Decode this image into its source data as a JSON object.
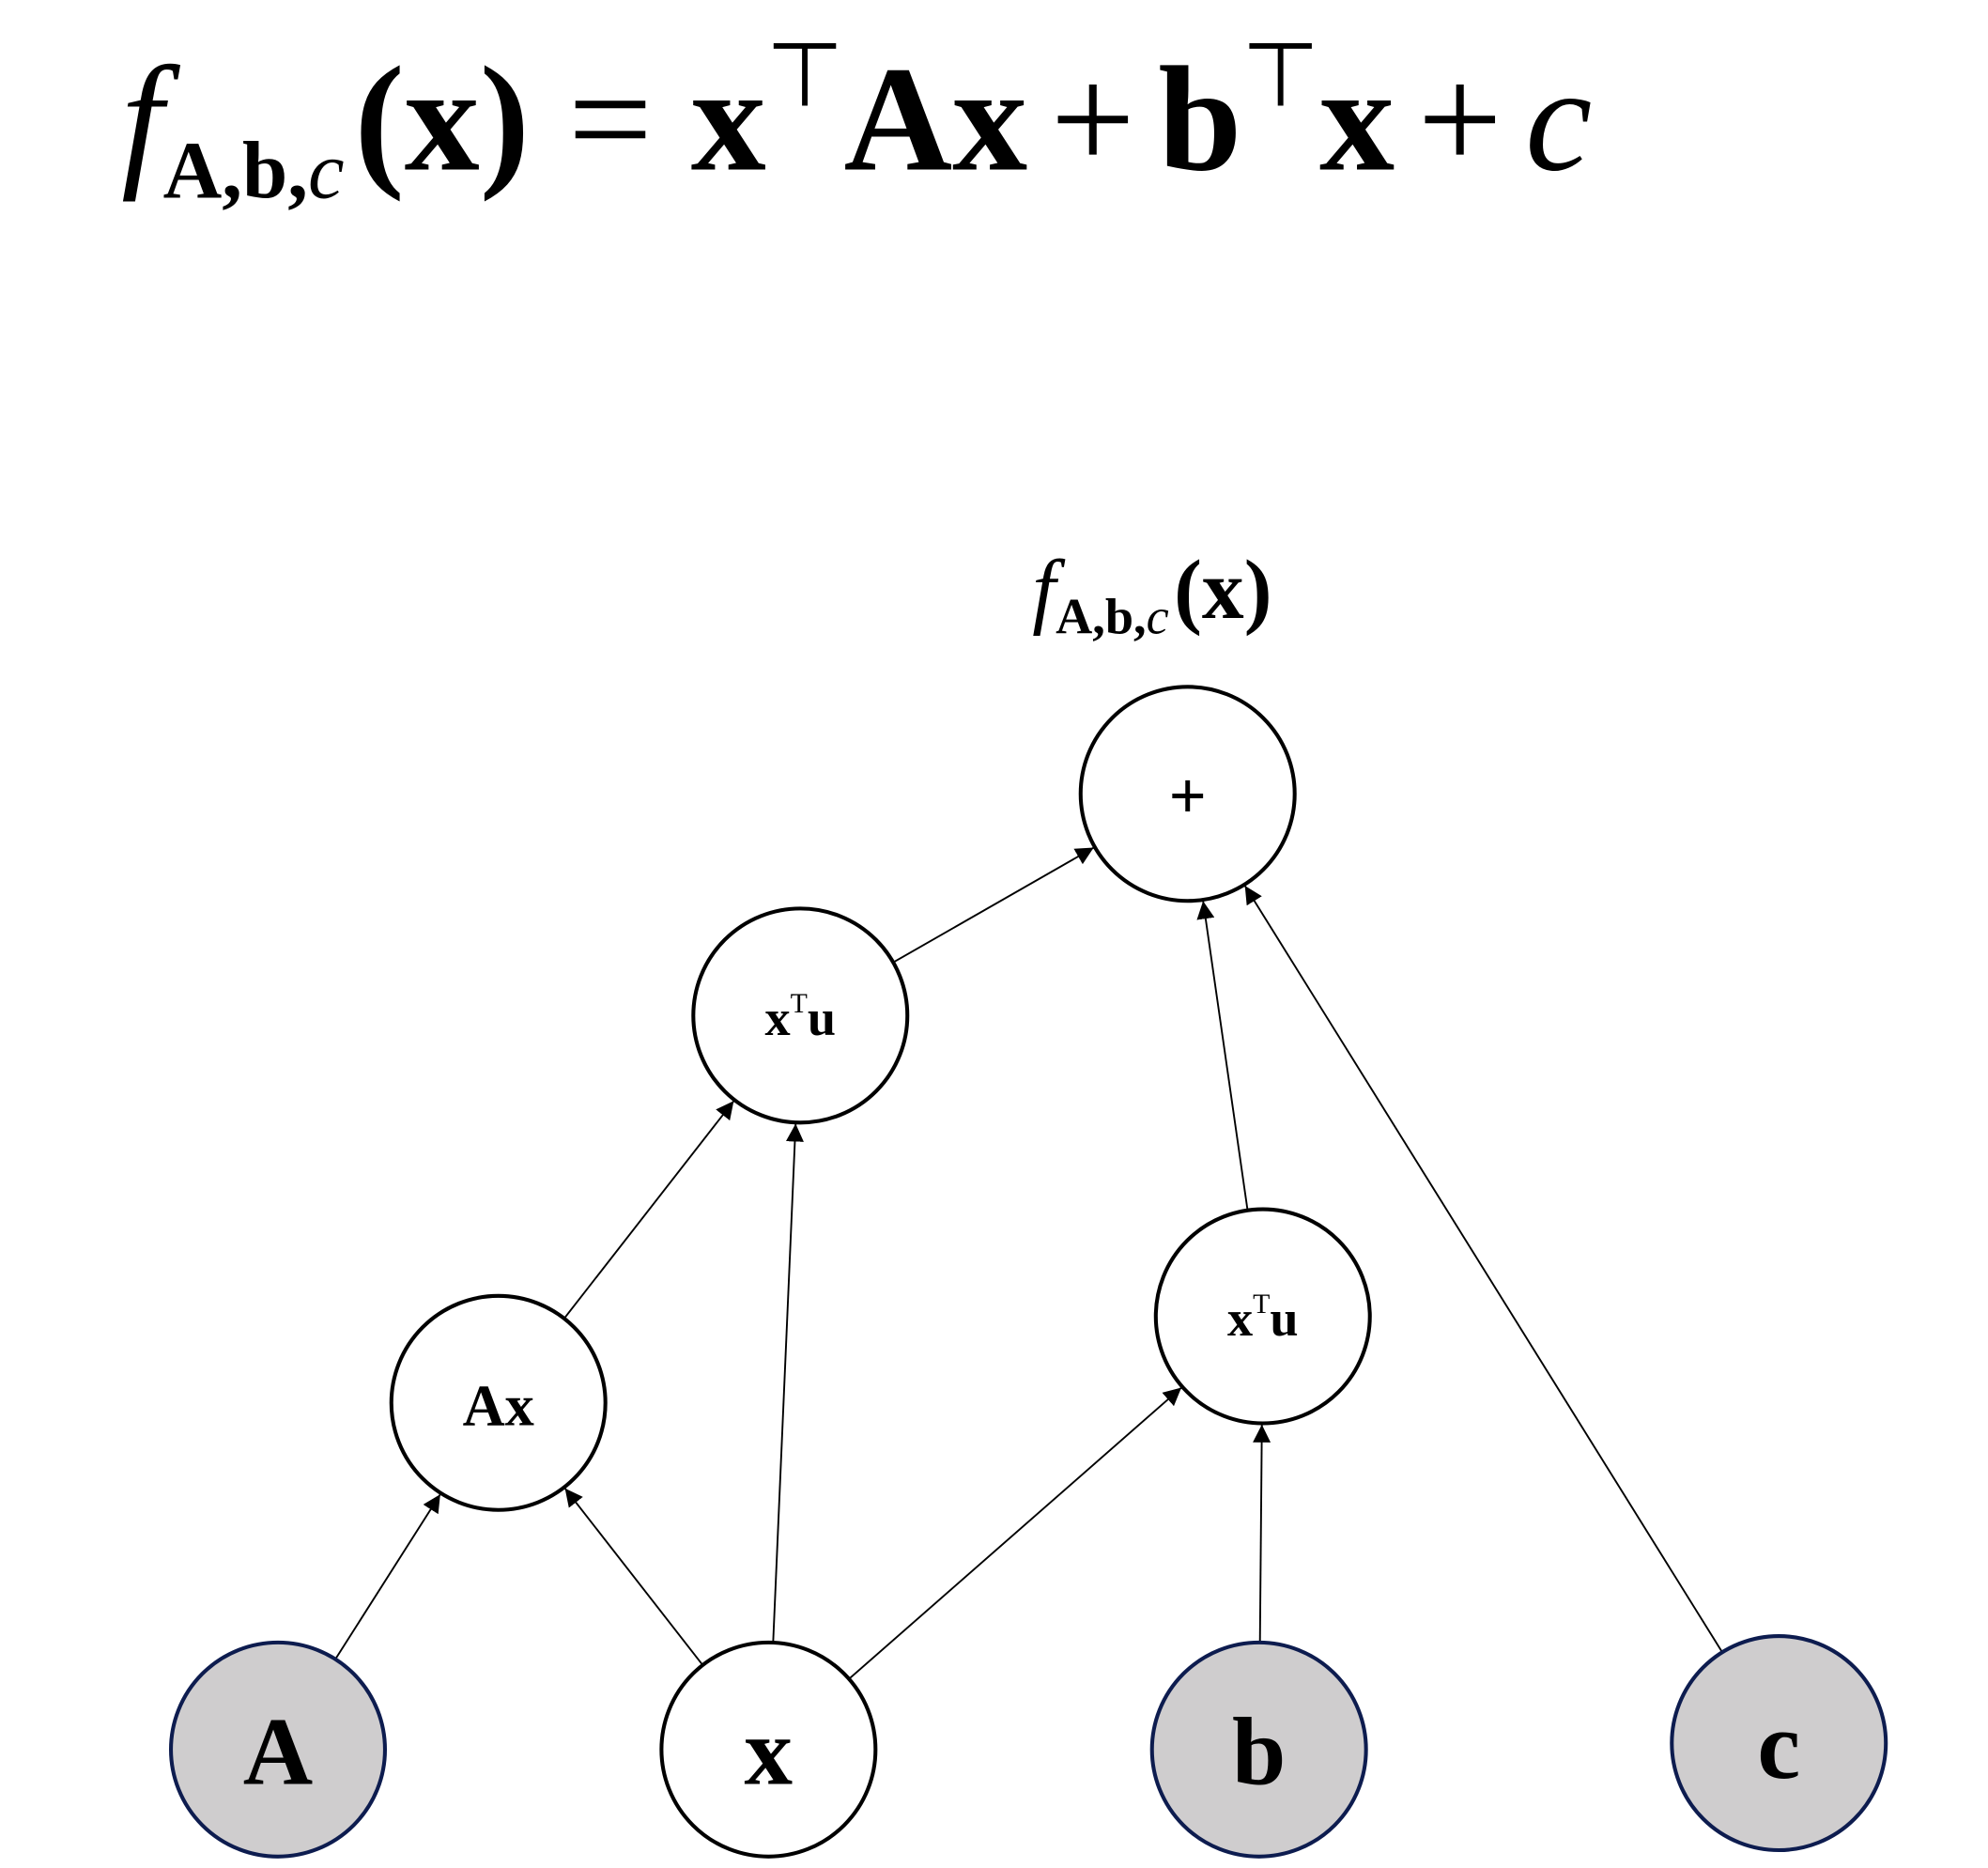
{
  "equation": {
    "f": "f",
    "subscript_bold": "A,b,",
    "subscript_italic": "c",
    "arg": "(x)",
    "eq": "=",
    "x1": "x",
    "t1": "⊤",
    "Ax": "Ax",
    "plus1": "+",
    "b": "b",
    "t2": "⊤",
    "x2": "x",
    "plus2": "+",
    "c": "c"
  },
  "graph": {
    "output_label": {
      "f": "f",
      "subscript_bold": "A,b,",
      "subscript_italic": "c",
      "arg": "(x)"
    },
    "nodes": [
      {
        "id": "plus",
        "label": "+",
        "observed": false
      },
      {
        "id": "xtu1",
        "label": "x",
        "sup": "T",
        "label2": "u",
        "observed": false
      },
      {
        "id": "ax",
        "label": "Ax",
        "observed": false
      },
      {
        "id": "xtu2",
        "label": "x",
        "sup": "T",
        "label2": "u",
        "observed": false
      },
      {
        "id": "A",
        "label": "A",
        "observed": true
      },
      {
        "id": "x",
        "label": "x",
        "observed": false
      },
      {
        "id": "b",
        "label": "b",
        "observed": true
      },
      {
        "id": "c",
        "label": "c",
        "observed": true
      }
    ],
    "edges": [
      [
        "A",
        "ax"
      ],
      [
        "x",
        "ax"
      ],
      [
        "x",
        "xtu1"
      ],
      [
        "ax",
        "xtu1"
      ],
      [
        "x",
        "xtu2"
      ],
      [
        "b",
        "xtu2"
      ],
      [
        "xtu1",
        "plus"
      ],
      [
        "xtu2",
        "plus"
      ],
      [
        "c",
        "plus"
      ]
    ],
    "colors": {
      "observed_fill": "#cfcdce",
      "observed_stroke": "#0d1c4f"
    }
  }
}
